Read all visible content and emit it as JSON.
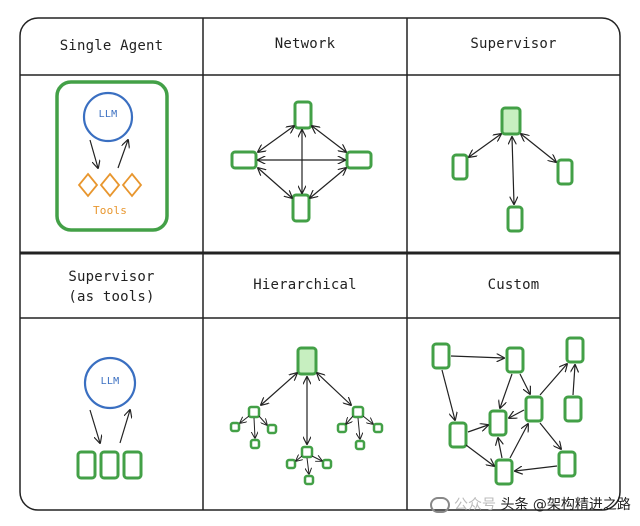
{
  "cells": {
    "single_agent": {
      "title": "Single Agent",
      "llm": "LLM",
      "tools": "Tools"
    },
    "network": {
      "title": "Network"
    },
    "supervisor": {
      "title": "Supervisor"
    },
    "supervisor_tools": {
      "title_line1": "Supervisor",
      "title_line2": "(as tools)",
      "llm": "LLM"
    },
    "hierarchical": {
      "title": "Hierarchical"
    },
    "custom": {
      "title": "Custom"
    }
  },
  "watermark": {
    "text": "头条 @架构精进之路",
    "faded": "公众号"
  },
  "colors": {
    "node_fill": "#c7efc0",
    "node_stroke": "#43a047",
    "llm_stroke": "#3a6fc1",
    "tools_stroke": "#e8962e",
    "grid": "#222222",
    "arrow": "#222222"
  }
}
